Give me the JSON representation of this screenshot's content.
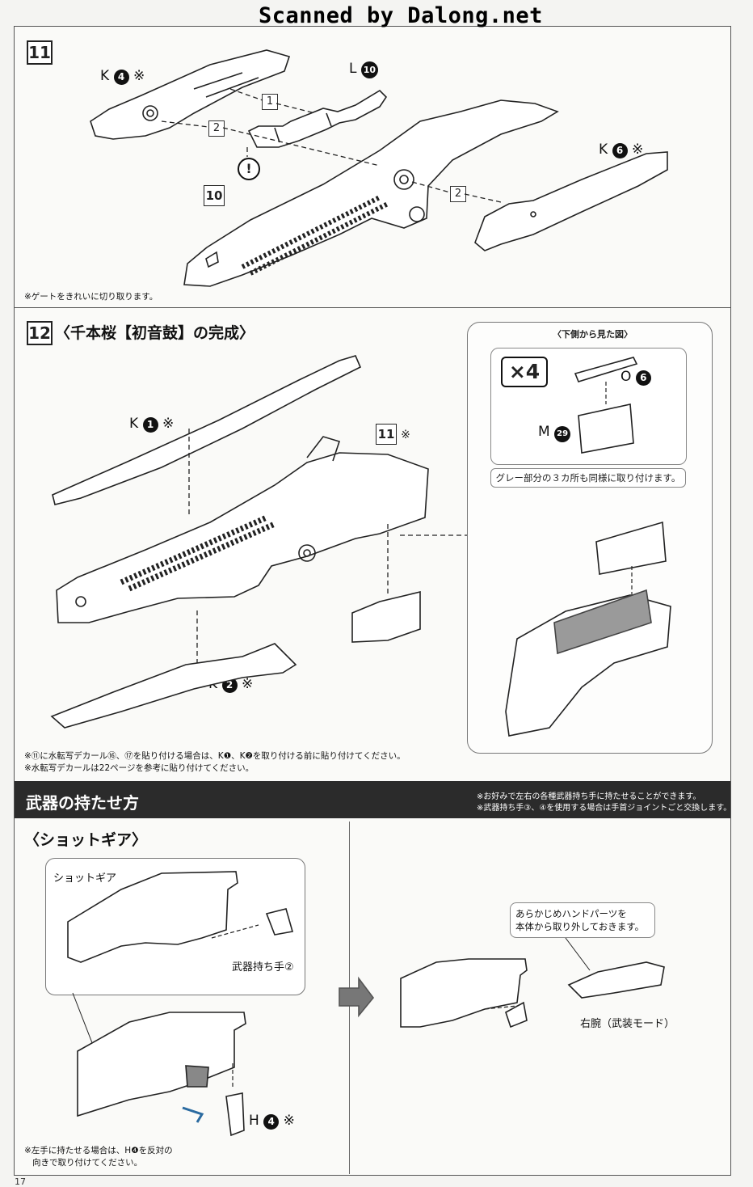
{
  "watermark": "Scanned by Dalong.net",
  "page_number": "17",
  "step11": {
    "number": "11",
    "labels": {
      "k4": "K",
      "l10": "L",
      "k6": "K",
      "ref10": "10"
    },
    "marks": {
      "k4": "4",
      "l10": "10",
      "k6": "6"
    },
    "asterisk": "※",
    "arrows": [
      "1",
      "2",
      "2"
    ],
    "caution": "!",
    "note": "※ゲートをきれいに切り取ります。"
  },
  "step12": {
    "number": "12",
    "title": "〈千本桜【初音鼓】の完成〉",
    "labels": {
      "k1": "K",
      "k2": "K",
      "ref11": "11"
    },
    "marks": {
      "k1": "1",
      "k2": "2"
    },
    "asterisk": "※",
    "inset": {
      "title": "〈下側から見た図〉",
      "multiplier": "×4",
      "o6_letter": "O",
      "o6_mark": "6",
      "m29_letter": "M",
      "m29_mark": "29",
      "callout": "グレー部分の３カ所も同様に取り付けます。"
    },
    "notes": [
      "※⑪に水転写デカール⑯、⑰を貼り付ける場合は、K❶、K❷を取り付ける前に貼り付けてください。",
      "※水転写デカールは22ページを参考に貼り付けてください。"
    ]
  },
  "weapon_section": {
    "title": "武器の持たせ方",
    "notes": [
      "※お好みで左右の各種武器持ち手に持たせることができます。",
      "※武器持ち手③、④を使用する場合は手首ジョイントごと交換します。"
    ],
    "subtitle": "〈ショットギア〉",
    "left_panel": {
      "shot_gear_label": "ショットギア",
      "hand_label": "武器持ち手②",
      "h4_letter": "H",
      "h4_mark": "4",
      "asterisk": "※",
      "note_lines": [
        "※左手に持たせる場合は、H❹を反対の",
        "向きで取り付けてください。"
      ]
    },
    "right_panel": {
      "callout_lines": [
        "あらかじめハンドパーツを",
        "本体から取り外しておきます。"
      ],
      "arm_label": "右腕（武装モード）"
    }
  }
}
